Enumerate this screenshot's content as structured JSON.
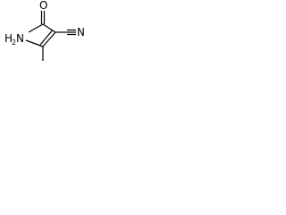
{
  "molecule": {
    "atoms": {
      "oxygen": "O",
      "nitrogen_nitrile": "N",
      "amine_main": "H",
      "amine_sub": "2",
      "amine_n": "N"
    },
    "colors": {
      "bond": "#000000",
      "label": "#000000",
      "background": "#ffffff"
    }
  }
}
